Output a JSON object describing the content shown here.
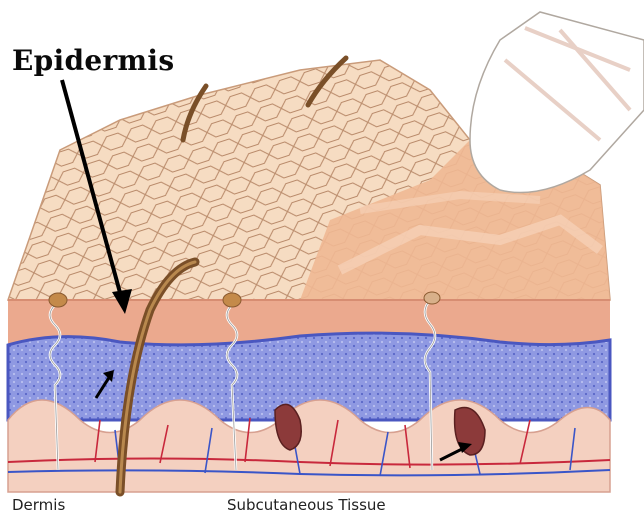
{
  "diagram": {
    "labels": {
      "epidermis": "Epidermis",
      "dermis": "Dermis",
      "subcutaneous": "Subcutaneous Tissue"
    },
    "colors": {
      "epidermis_surface": "#f3d4b6",
      "epidermis_band": "#e7a78c",
      "dermis_blue": "#8a94e0",
      "subcutaneous_pink": "#f2cdbd",
      "artery_red": "#c8283c",
      "vein_blue": "#3a55c8",
      "hair_brown": "#8a5a30"
    },
    "icons": [
      "hair-follicle-icon",
      "sweat-gland-icon",
      "pointer-arrow-icon",
      "glove-finger-icon"
    ]
  }
}
